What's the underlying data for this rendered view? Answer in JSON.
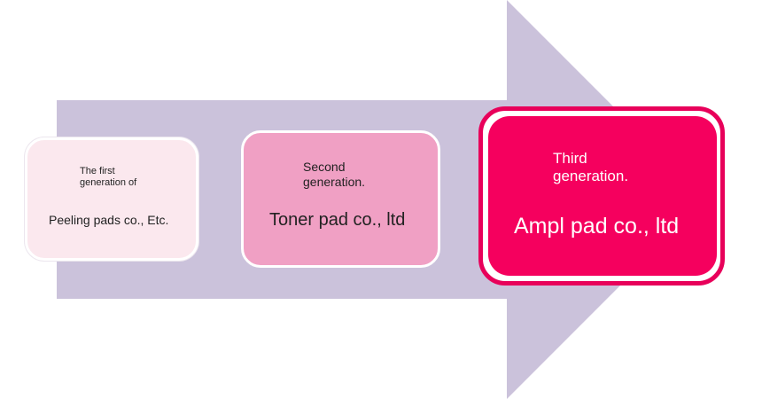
{
  "colors": {
    "arrow": "#cbc2db",
    "stage1_fill": "#fbe8ee",
    "stage2_fill": "#f0a0c4",
    "stage3_fill": "#f5005e",
    "stage3_outline": "#e8005a"
  },
  "stages": [
    {
      "sub": "The first generation of",
      "main": "Peeling pads co., Etc."
    },
    {
      "sub": "Second generation.",
      "main": "Toner pad co., ltd"
    },
    {
      "sub": "Third generation.",
      "main": "Ampl pad co., ltd"
    }
  ]
}
